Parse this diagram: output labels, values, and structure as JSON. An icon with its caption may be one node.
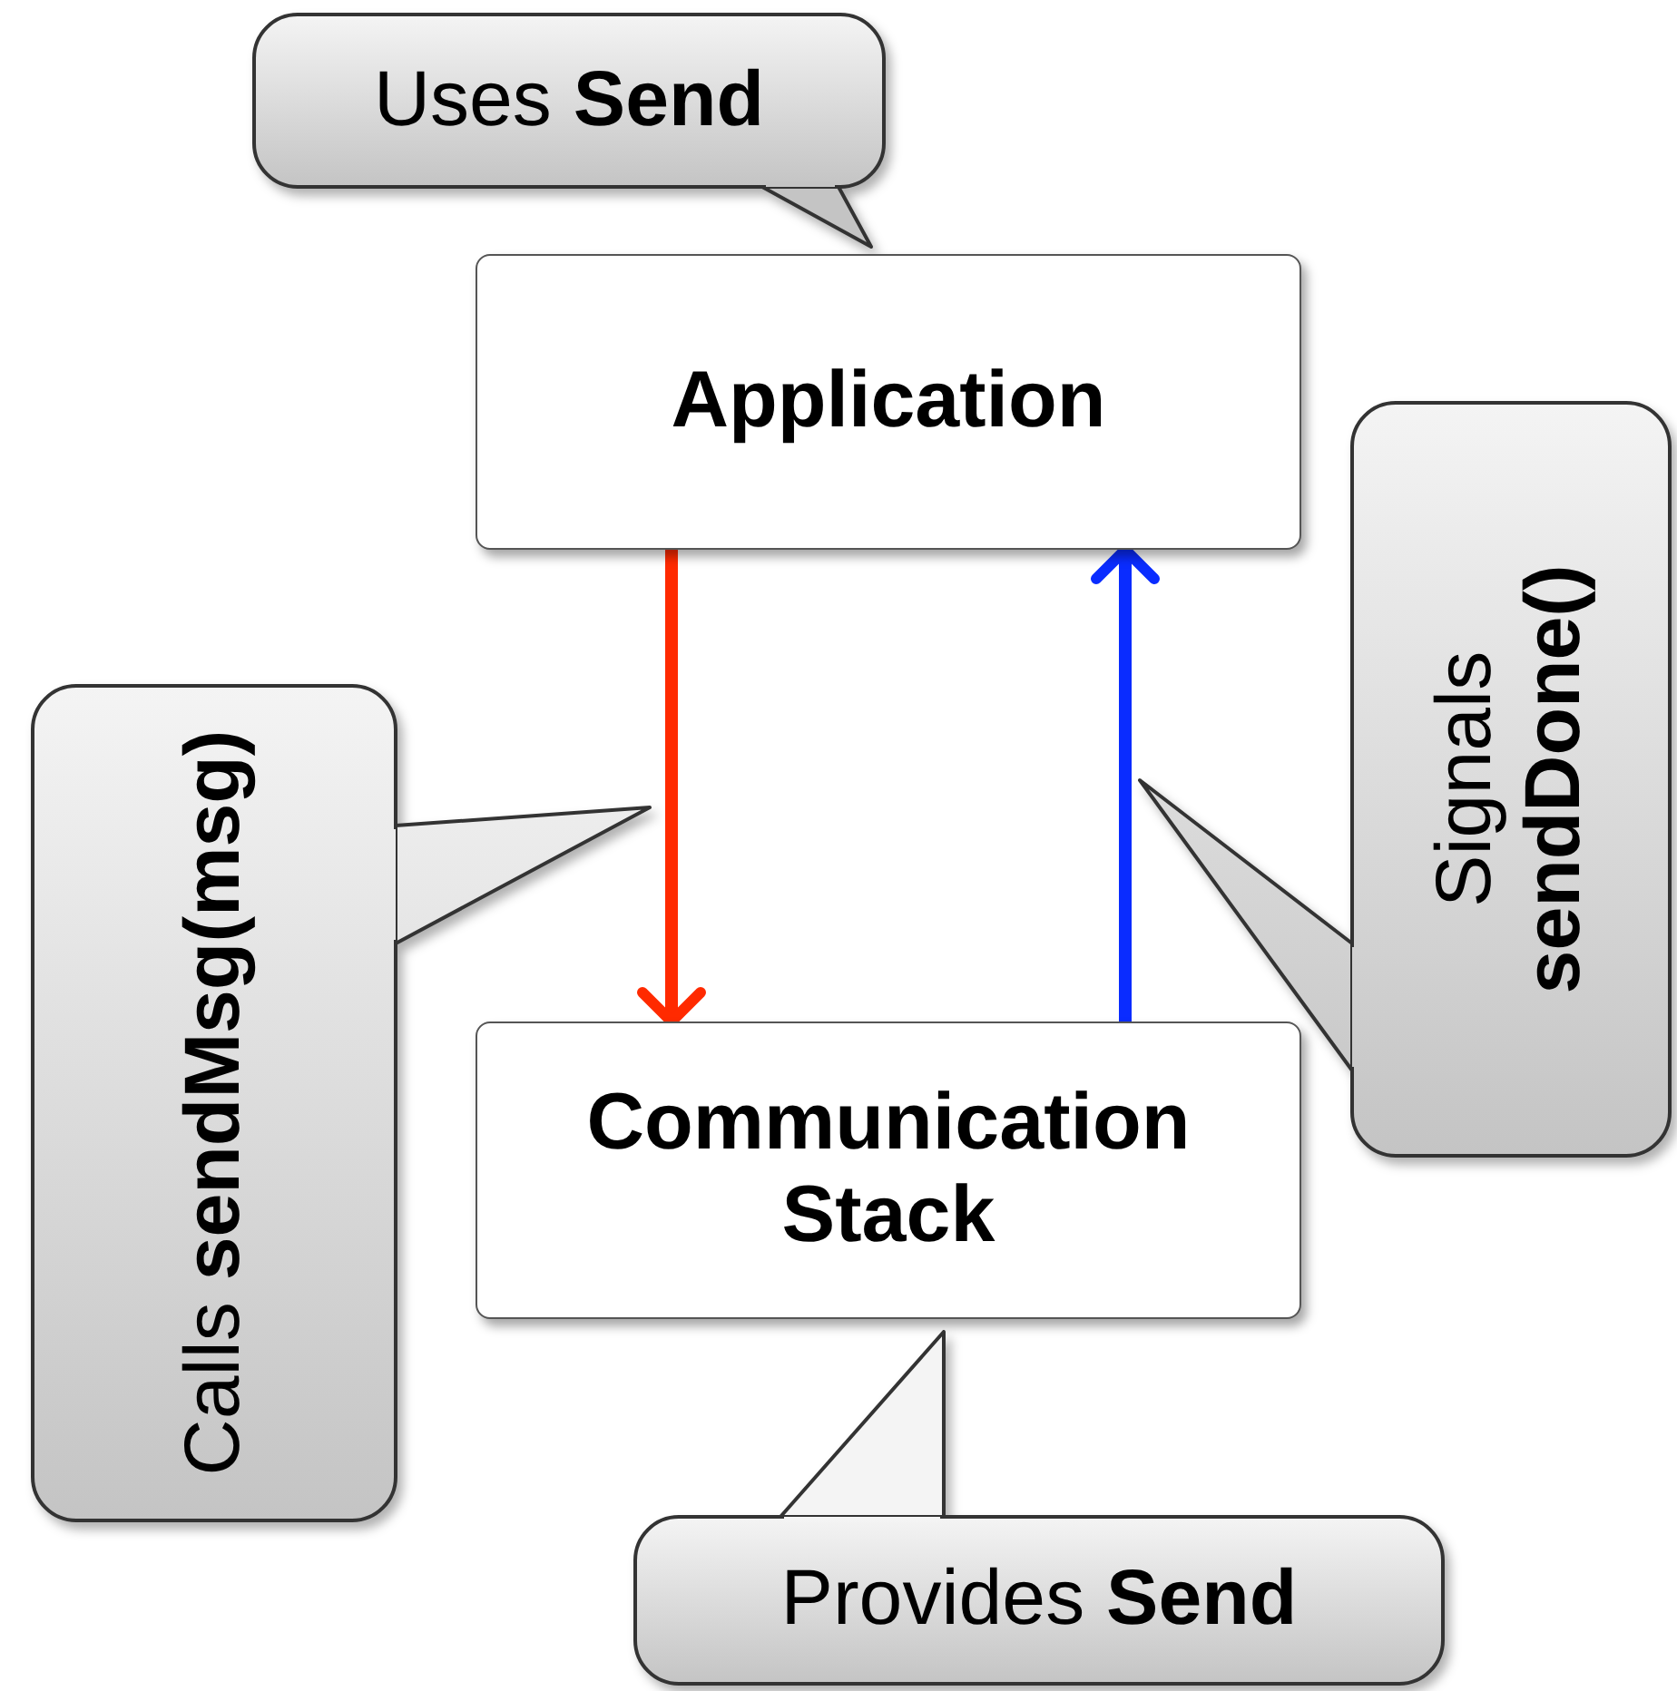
{
  "diagram": {
    "nodes": [
      {
        "text": [
          "Uses **Send**"
        ]
      },
      {
        "text": [
          "Application"
        ]
      },
      {
        "text": [
          "Calls **sendMsg(msg)**"
        ]
      },
      {
        "text": [
          "Signals **sendDone()**"
        ]
      },
      {
        "text": [
          "Communication Stack"
        ]
      },
      {
        "text": [
          "Provides **Send**"
        ]
      }
    ],
    "edges": [
      {
        "from": 1,
        "to": 4,
        "arrow": "to",
        "color": "#ff2a00"
      },
      {
        "from": 4,
        "to": 1,
        "arrow": "to",
        "color": "#0a2cff"
      }
    ]
  }
}
